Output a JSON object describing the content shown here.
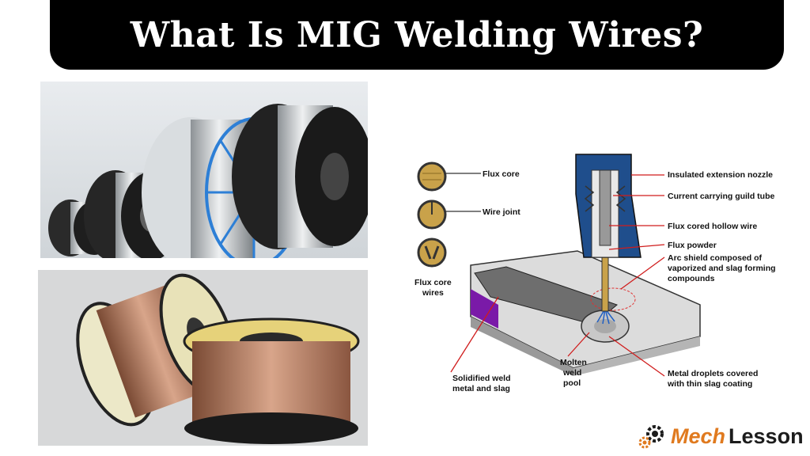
{
  "title": "What Is MIG Welding Wires?",
  "photos": {
    "top": "steel-wire-spools",
    "bottom": "copper-coated-wire-spools"
  },
  "diagram": {
    "cross_sections": [
      {
        "label": "Flux core"
      },
      {
        "label": "Wire joint"
      },
      {
        "label": "Flux core wires"
      }
    ],
    "labels": {
      "nozzle": "Insulated extension nozzle",
      "guide_tube": "Current carrying guild tube",
      "hollow_wire": "Flux cored hollow wire",
      "flux_powder": "Flux powder",
      "arc_shield_1": "Arc shield composed of",
      "arc_shield_2": "vaporized and slag forming",
      "arc_shield_3": "compounds",
      "solidified_1": "Solidified weld",
      "solidified_2": "metal and slag",
      "molten_1": "Molten",
      "molten_2": "weld",
      "molten_3": "pool",
      "droplets_1": "Metal droplets covered",
      "droplets_2": "with thin slag coating",
      "flux_core_wires_1": "Flux core",
      "flux_core_wires_2": "wires"
    }
  },
  "logo": {
    "part1": "Mech",
    "part2": "Lesson"
  },
  "colors": {
    "nozzle_blue": "#1f4e8c",
    "wire_gold": "#c9a24a",
    "weld_purple": "#7a1aa8",
    "leader_red": "#d01c1c",
    "logo_orange": "#e07a1f"
  }
}
